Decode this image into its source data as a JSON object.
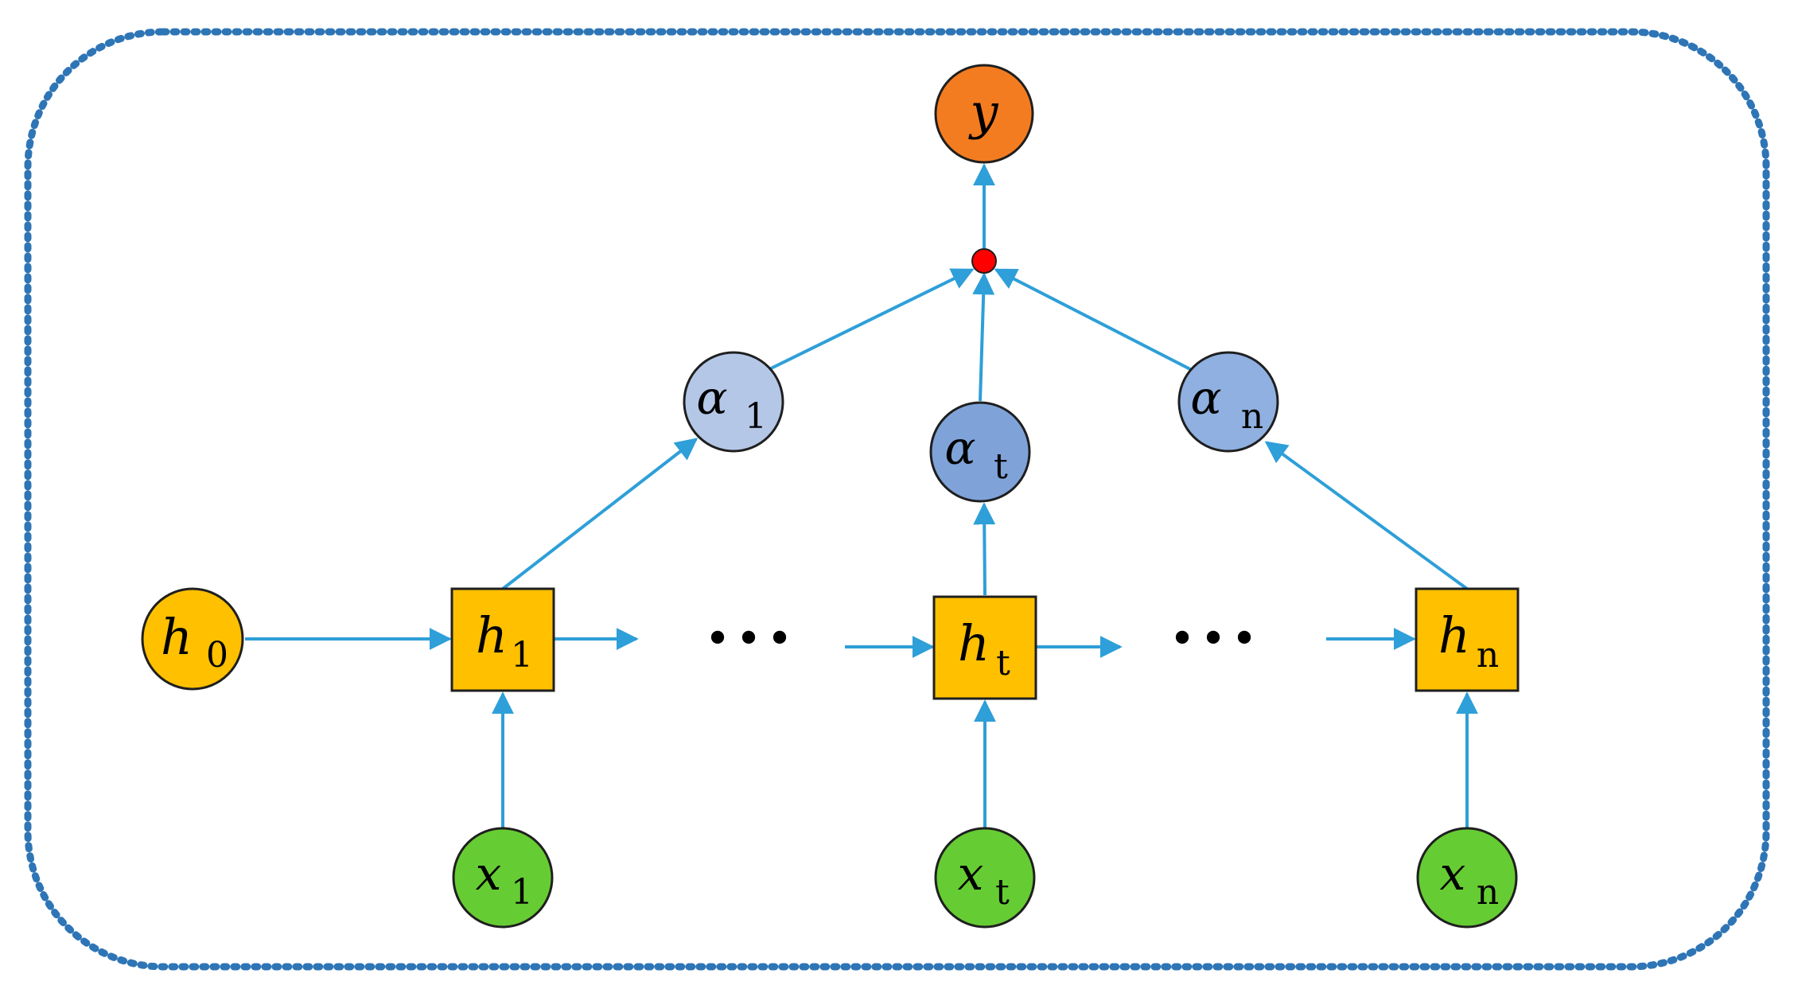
{
  "colors": {
    "frame": "#2E75B6",
    "edge": "#2E9FD8",
    "hidden_fill": "#FFC000",
    "input_fill": "#66CC33",
    "output_fill": "#F47C20",
    "alpha_1_fill": "#B4C7E7",
    "alpha_t_fill": "#7FA3D9",
    "alpha_n_fill": "#8FB0E0",
    "merge_dot": "#FF0000",
    "outline": "#1F1F1F"
  },
  "nodes": {
    "y": {
      "base": "y",
      "sub": ""
    },
    "alpha_1": {
      "base": "α",
      "sub": "1"
    },
    "alpha_t": {
      "base": "α",
      "sub": "t"
    },
    "alpha_n": {
      "base": "α",
      "sub": "n"
    },
    "h0": {
      "base": "h",
      "sub": "0"
    },
    "h1": {
      "base": "h",
      "sub": "1"
    },
    "ht": {
      "base": "h",
      "sub": "t"
    },
    "hn": {
      "base": "h",
      "sub": "n"
    },
    "x1": {
      "base": "x",
      "sub": "1"
    },
    "xt": {
      "base": "x",
      "sub": "t"
    },
    "xn": {
      "base": "x",
      "sub": "n"
    }
  },
  "ellipsis": [
    "•••",
    "•••"
  ]
}
